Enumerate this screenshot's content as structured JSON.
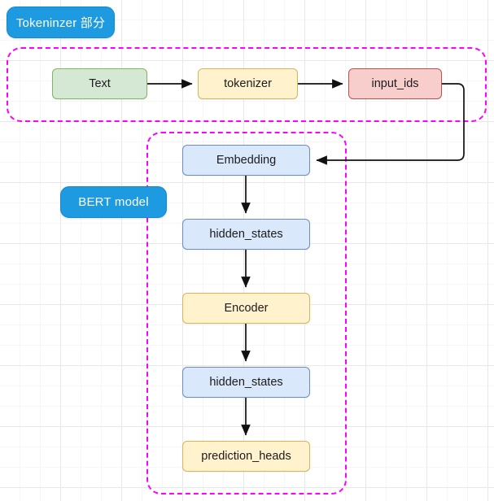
{
  "diagram": {
    "title": "BERT pipeline flowchart",
    "background": {
      "grid": "true",
      "minor_color": "#f6f6f6",
      "major_color": "#e8e8e8"
    },
    "groups": [
      {
        "id": "tokenizer-group",
        "label": "Tokeninzer 部分",
        "border_color": "#ff00ff",
        "style": "dashed"
      },
      {
        "id": "bert-group",
        "label": "BERT model",
        "border_color": "#ff00ff",
        "style": "dashed"
      }
    ],
    "chips": [
      {
        "id": "chip-tokenizer",
        "label": "Tokeninzer 部分",
        "color": "#1e9ae0"
      },
      {
        "id": "chip-bert",
        "label": "BERT model",
        "color": "#1e9ae0"
      }
    ],
    "nodes": [
      {
        "id": "text",
        "label": "Text",
        "fill": "#d5e8d4",
        "stroke": "#82b366"
      },
      {
        "id": "tokenizer",
        "label": "tokenizer",
        "fill": "#fff2cc",
        "stroke": "#d6b656"
      },
      {
        "id": "input_ids",
        "label": "input_ids",
        "fill": "#f8cecc",
        "stroke": "#b85450"
      },
      {
        "id": "embedding",
        "label": "Embedding",
        "fill": "#dae8fc",
        "stroke": "#6c8ebf"
      },
      {
        "id": "hidden_states_1",
        "label": "hidden_states",
        "fill": "#dae8fc",
        "stroke": "#6c8ebf"
      },
      {
        "id": "encoder",
        "label": "Encoder",
        "fill": "#fff2cc",
        "stroke": "#d6b656"
      },
      {
        "id": "hidden_states_2",
        "label": "hidden_states",
        "fill": "#dae8fc",
        "stroke": "#6c8ebf"
      },
      {
        "id": "prediction_heads",
        "label": "prediction_heads",
        "fill": "#fff2cc",
        "stroke": "#d6b656"
      }
    ],
    "edges": [
      {
        "id": "edge-text-tokenizer",
        "from": "text",
        "to": "tokenizer",
        "direction": "right"
      },
      {
        "id": "edge-tokenizer-input_ids",
        "from": "tokenizer",
        "to": "input_ids",
        "direction": "right"
      },
      {
        "id": "edge-input_ids-embedding",
        "from": "input_ids",
        "to": "embedding",
        "direction": "left"
      },
      {
        "id": "edge-embedding-hidden1",
        "from": "embedding",
        "to": "hidden_states_1",
        "direction": "down"
      },
      {
        "id": "edge-hidden1-encoder",
        "from": "hidden_states_1",
        "to": "encoder",
        "direction": "down"
      },
      {
        "id": "edge-encoder-hidden2",
        "from": "encoder",
        "to": "hidden_states_2",
        "direction": "down"
      },
      {
        "id": "edge-hidden2-prediction_heads",
        "from": "hidden_states_2",
        "to": "prediction_heads",
        "direction": "down"
      }
    ]
  }
}
